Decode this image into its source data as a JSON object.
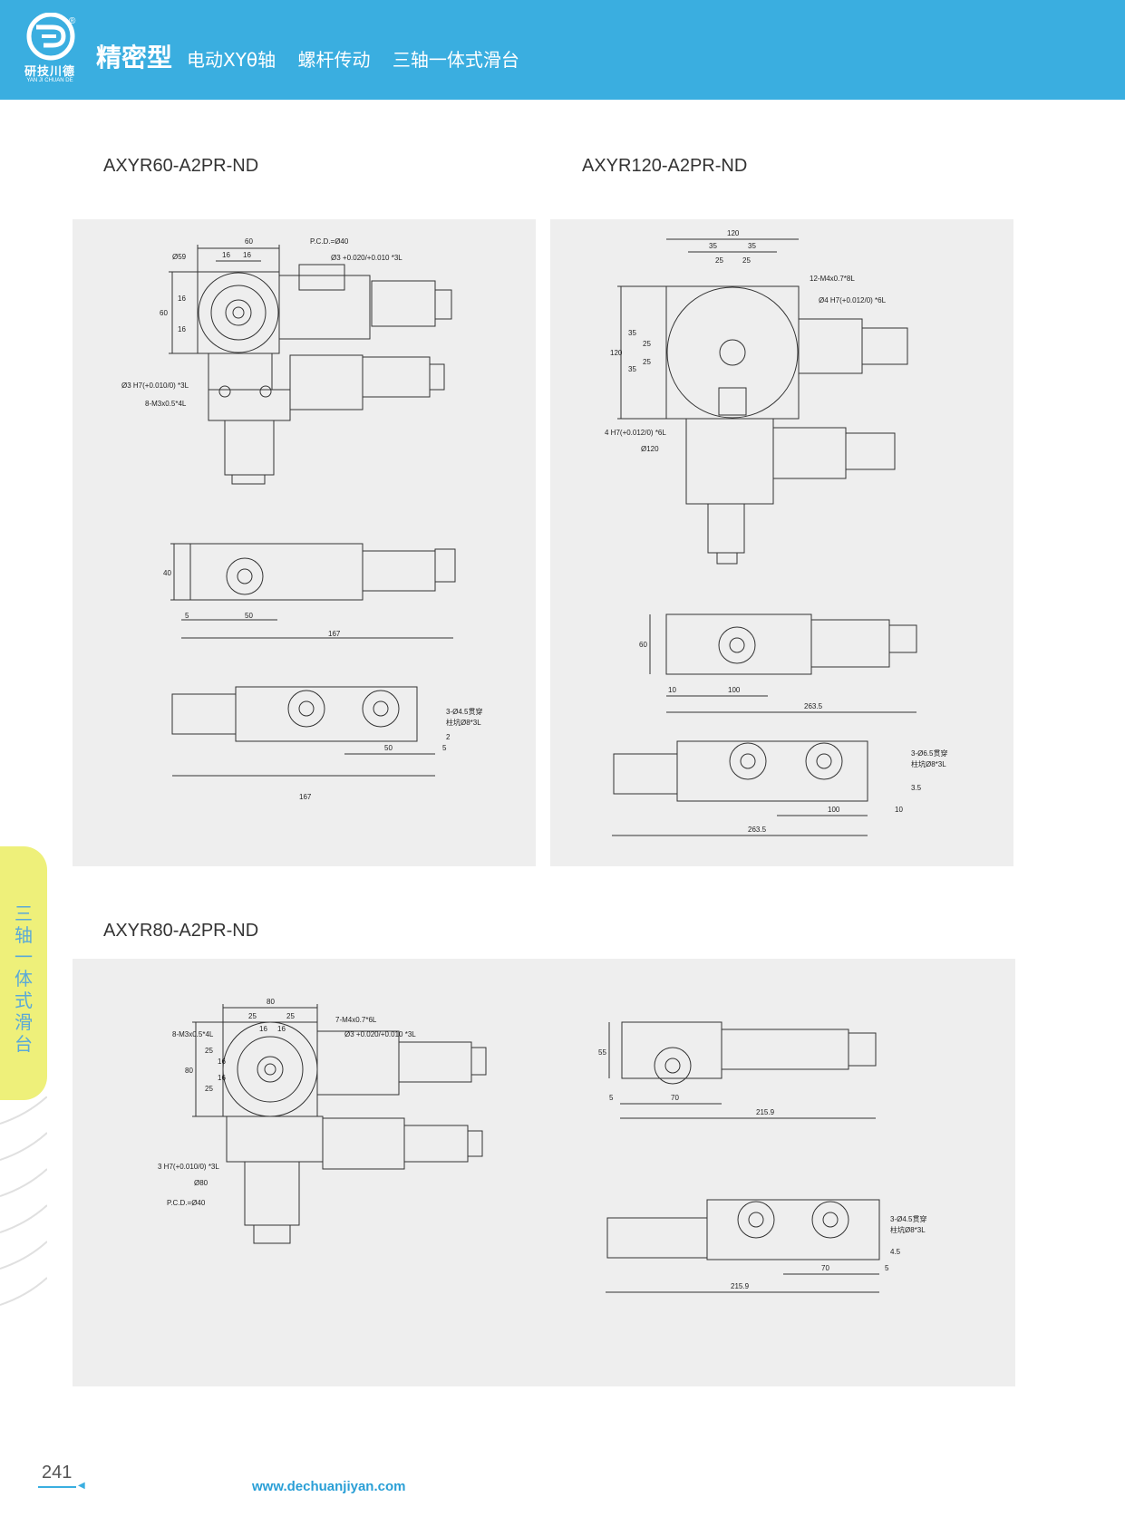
{
  "header": {
    "logo_cn": "研技川德",
    "logo_en": "YAN JI CHUAN DE",
    "logo_reg": "®",
    "title_main": "精密型",
    "title_parts": [
      "电动XYθ轴",
      "螺杆传动",
      "三轴一体式滑台"
    ]
  },
  "models": {
    "m60": "AXYR60-A2PR-ND",
    "m120": "AXYR120-A2PR-ND",
    "m80": "AXYR80-A2PR-ND"
  },
  "dims60": {
    "top": [
      "60",
      "16",
      "16",
      "P.C.D.=Ø40",
      "Ø59",
      "Ø3 +0.020/+0.010 *3L",
      "60",
      "16",
      "16",
      "Ø3 H7(+0.010/0) *3L",
      "8-M3x0.5*4L"
    ],
    "front": [
      "40",
      "5",
      "50",
      "167"
    ],
    "side": [
      "3-Ø4.5贯穿",
      "柱坑Ø8*3L",
      "2",
      "50",
      "5",
      "167"
    ]
  },
  "dims120": {
    "top": [
      "120",
      "35",
      "35",
      "25",
      "25",
      "12-M4x0.7*8L",
      "Ø4 H7(+0.012/0) *6L",
      "120",
      "35",
      "35",
      "25",
      "25",
      "4 H7(+0.012/0) *6L",
      "Ø120"
    ],
    "front": [
      "60",
      "10",
      "100",
      "263.5"
    ],
    "side": [
      "3-Ø6.5贯穿",
      "柱坑Ø8*3L",
      "3.5",
      "100",
      "10",
      "263.5"
    ]
  },
  "dims80": {
    "top": [
      "80",
      "25",
      "25",
      "16",
      "16",
      "7-M4x0.7*6L",
      "8-M3x0.5*4L",
      "Ø3 +0.020/+0.010 *3L",
      "80",
      "25",
      "16",
      "16",
      "25",
      "3 H7(+0.010/0) *3L",
      "Ø80",
      "P.C.D.=Ø40"
    ],
    "front": [
      "55",
      "5",
      "70",
      "215.9"
    ],
    "side": [
      "3-Ø4.5贯穿",
      "柱坑Ø8*3L",
      "4.5",
      "70",
      "5",
      "215.9"
    ]
  },
  "sidebar": {
    "label": [
      "三",
      "轴",
      "一",
      "体",
      "式",
      "滑",
      "台"
    ]
  },
  "footer": {
    "page": "241",
    "url": "www.dechuanjiyan.com"
  },
  "colors": {
    "header": "#3aaee0",
    "panel": "#eeeeee",
    "tab": "#eef07a",
    "accent": "#2a9fd6"
  }
}
